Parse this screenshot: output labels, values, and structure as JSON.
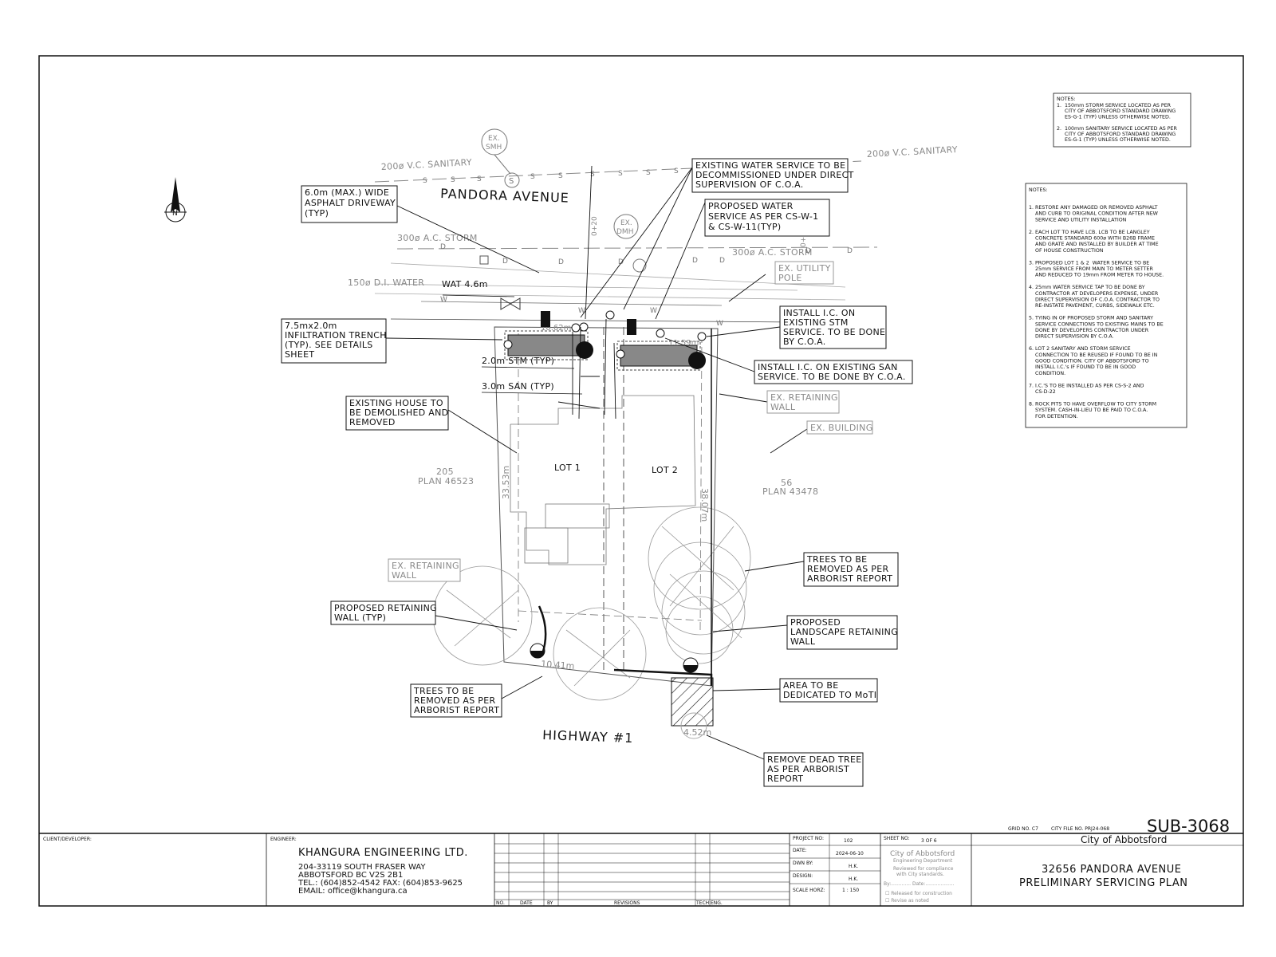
{
  "streets": {
    "north": "PANDORA AVENUE",
    "south": "HIGHWAY #1"
  },
  "utility_labels": {
    "sanitary_left": "200ø V.C. SANITARY",
    "sanitary_right": "200ø V.C. SANITARY",
    "storm_left": "300ø A.C. STORM",
    "storm_right": "300ø A.C. STORM",
    "water": "150ø D.I. WATER",
    "ex_smh_1": "EX.",
    "ex_smh_2": "SMH",
    "ex_dmh_1": "EX.",
    "ex_dmh_2": "DMH",
    "station": "0+20",
    "station2": "0+46",
    "wat": "WAT 4.6m",
    "stm": "2.0m STM (TYP)",
    "san": "3.0m SAN (TYP)",
    "dim_width": "10.62m",
    "dim_width2": "11.59m",
    "dim_depth_left": "33.53m",
    "dim_depth_right": "38.07m",
    "dim_bottom": "10.41m",
    "dim_dedication": "4.52m"
  },
  "lots": {
    "lot1": "LOT 1",
    "lot2": "LOT 2",
    "west_num": "205",
    "west_plan": "PLAN 46523",
    "east_num": "56",
    "east_plan": "PLAN 43478"
  },
  "callouts": {
    "driveway": [
      "6.0m (MAX.) WIDE",
      "ASPHALT DRIVEWAY",
      "(TYP)"
    ],
    "water_decom": [
      "EXISTING WATER SERVICE TO BE",
      "DECOMMISSIONED UNDER DIRECT",
      "SUPERVISION OF C.O.A."
    ],
    "water_prop": [
      "PROPOSED WATER",
      "SERVICE AS PER CS-W-1",
      "& CS-W-11(TYP)"
    ],
    "utility_pole": [
      "EX. UTILITY",
      "POLE"
    ],
    "infiltration": [
      "7.5mx2.0m",
      "INFILTRATION TRENCH",
      "(TYP). SEE DETAILS",
      "SHEET"
    ],
    "ic_stm": [
      "INSTALL I.C. ON",
      "EXISTING STM",
      "SERVICE. TO BE DONE",
      "BY C.O.A."
    ],
    "ic_san": [
      "INSTALL I.C. ON EXISTING SAN",
      "SERVICE. TO BE DONE BY C.O.A."
    ],
    "ex_ret_wall_r": [
      "EX. RETAINING",
      "WALL"
    ],
    "ex_building": [
      "EX. BUILDING"
    ],
    "house": [
      "EXISTING HOUSE TO",
      "BE DEMOLISHED AND",
      "REMOVED"
    ],
    "ex_ret_wall_l": [
      "EX. RETAINING",
      "WALL"
    ],
    "trees_r": [
      "TREES TO BE",
      "REMOVED AS PER",
      "ARBORIST REPORT"
    ],
    "prop_ret_wall": [
      "PROPOSED RETAINING",
      "WALL (TYP)"
    ],
    "landscape_wall": [
      "PROPOSED",
      "LANDSCAPE RETAINING",
      "WALL"
    ],
    "trees_l": [
      "TREES TO BE",
      "REMOVED AS PER",
      "ARBORIST REPORT"
    ],
    "moti": [
      "AREA TO BE",
      "DEDICATED TO MoTI"
    ],
    "dead_tree": [
      "REMOVE DEAD TREE",
      "AS PER ARBORIST",
      "REPORT"
    ]
  },
  "notes_small": {
    "title": "NOTES:",
    "lines": [
      "1.  150mm STORM SERVICE LOCATED AS PER",
      "     CITY OF ABBOTSFORD STANDARD DRAWING",
      "     ES-G-1 (TYP) UNLESS OTHERWISE NOTED.",
      "",
      "2.  100mm SANITARY SERVICE LOCATED AS PER",
      "     CITY OF ABBOTSFORD STANDARD DRAWING",
      "     ES-G-1 (TYP) UNLESS OTHERWISE NOTED."
    ]
  },
  "notes_main": {
    "title": "NOTES:",
    "lines": [
      "1. RESTORE ANY DAMAGED OR REMOVED ASPHALT",
      "    AND CURB TO ORIGINAL CONDITION AFTER NEW",
      "    SERVICE AND UTILITY INSTALLATION",
      "",
      "2. EACH LOT TO HAVE LCB. LCB TO BE LANGLEY",
      "    CONCRETE STANDARD 600ø WITH B26B FRAME",
      "    AND GRATE AND INSTALLED BY BUILDER AT TIME",
      "    OF HOUSE CONSTRUCTION",
      "",
      "3. PROPOSED LOT 1 & 2  WATER SERVICE TO BE",
      "    25mm SERVICE FROM MAIN TO METER SETTER",
      "    AND REDUCED TO 19mm FROM METER TO HOUSE.",
      "",
      "4. 25mm WATER SERVICE TAP TO BE DONE BY",
      "    CONTRACTOR AT DEVELOPERS EXPENSE, UNDER",
      "    DIRECT SUPERVISION OF C.O.A. CONTRACTOR TO",
      "    RE-INSTATE PAVEMENT, CURBS, SIDEWALK ETC.",
      "",
      "5. TYING IN OF PROPOSED STORM AND SANITARY",
      "    SERVICE CONNECTIONS TO EXISTING MAINS TO BE",
      "    DONE BY DEVELOPERS CONTRACTOR UNDER",
      "    DIRECT SUPERVISION BY C.O.A.",
      "",
      "6. LOT 2 SANITARY AND STORM SERVICE",
      "    CONNECTION TO BE REUSED IF FOUND TO BE IN",
      "    GOOD CONDITION. CITY OF ABBOTSFORD TO",
      "    INSTALL I.C.'s IF FOUND TO BE IN GOOD",
      "    CONDITION.",
      "",
      "7. I.C.'S TO BE INSTALLED AS PER CS-S-2 AND",
      "    CS-D-22",
      "",
      "8. ROCK PITS TO HAVE OVERFLOW TO CITY STORM",
      "    SYSTEM. CASH-IN-LIEU TO BE PAID TO C.O.A.",
      "    FOR DETENTION."
    ]
  },
  "north_arrow": "N",
  "title_block": {
    "client_label": "CLIENT/DEVELOPER:",
    "engineer_label": "ENGINEER:",
    "company": "KHANGURA ENGINEERING LTD.",
    "address1": "204-33119 SOUTH FRASER WAY",
    "address2": "ABBOTSFORD BC V2S 2B1",
    "phone": "TEL.: (604)852-4542 FAX: (604)853-9625",
    "email": "EMAIL: office@khangura.ca",
    "rev_no": "NO.",
    "rev_date": "DATE",
    "rev_by": "BY",
    "rev_revisions": "REVISIONS",
    "rev_tech": "TECH",
    "rev_eng": "ENG.",
    "project_no_label": "PROJECT NO:",
    "project_no": "102",
    "date_label": "DATE:",
    "date": "2024-06-10",
    "dwn_label": "DWN BY:",
    "dwn": "H.K.",
    "design_label": "DESIGN:",
    "design": "H.K.",
    "scale_label": "SCALE HORZ:",
    "scale": "1 : 150",
    "sheet_label": "SHEET NO:",
    "sheet": "3 OF 6",
    "coa1": "City of Abbotsford",
    "coa2": "Engineering Department",
    "coa3": "Reviewed for compliance",
    "coa4": "with City standards.",
    "by": "By:.............  Date:...................",
    "released": "☐ Released for construction",
    "revise": "☐ Revise as noted",
    "grid": "GRID NO. C7",
    "city_file": "CITY FILE NO. PRJ24-068",
    "sub": "SUB-3068",
    "city_title": "City of Abbotsford",
    "proj_title1": "32656 PANDORA AVENUE",
    "proj_title2": "PRELIMINARY SERVICING PLAN"
  }
}
